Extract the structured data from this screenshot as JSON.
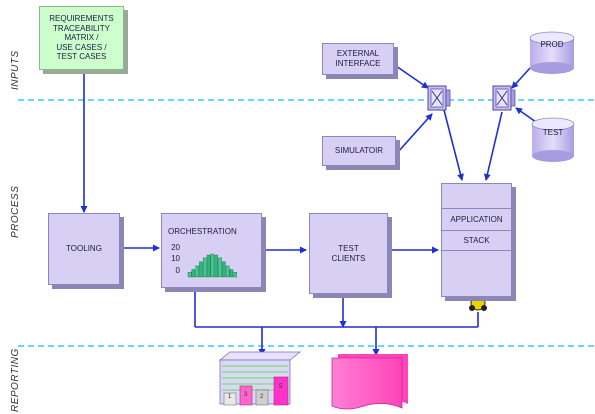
{
  "bands": {
    "inputs": "INPUTS",
    "process": "PROCESS",
    "reporting": "REPORTING"
  },
  "nodes": {
    "requirements": [
      "REQUIREMENTS",
      "TRACEABILITY",
      "MATRIX /",
      "USE CASES /",
      "TEST CASES"
    ],
    "external_interface": [
      "EXTERNAL",
      "INTERFACE"
    ],
    "simulator": "SIMULATOIR",
    "prod": "PROD",
    "test": "TEST",
    "tooling": "TOOLING",
    "orchestration": "ORCHESTRATION",
    "test_clients": [
      "TEST",
      "CLIENTS"
    ],
    "application": "APPLICATION",
    "stack": "STACK"
  },
  "orchestration_chart": {
    "ticks": [
      "20",
      "10",
      "0"
    ]
  },
  "report_bar_labels": [
    "1",
    "3",
    "2",
    "5"
  ],
  "colors": {
    "box_fill": "#d8d0f4",
    "box_shadow": "#8c86b4",
    "requirements_fill": "#ccffcc",
    "arrow": "#1e2fd6",
    "separator": "#33ccff",
    "report_pink": "#ff66cc",
    "gear": "#e8d400"
  }
}
